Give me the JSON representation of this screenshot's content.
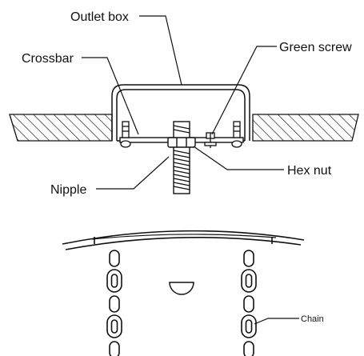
{
  "diagram": {
    "labels": {
      "outlet_box": "Outlet box",
      "crossbar": "Crossbar",
      "green_screw": "Green screw",
      "hex_nut": "Hex nut",
      "nipple": "Nipple",
      "chain": "Chain"
    },
    "colors": {
      "line": "#111111",
      "background": "#ffffff"
    }
  }
}
